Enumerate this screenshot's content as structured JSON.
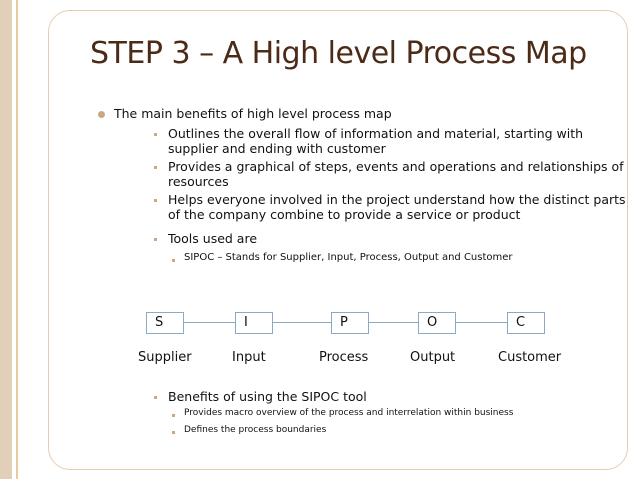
{
  "title": "STEP 3 – A High level Process Map",
  "intro": "The main benefits of high level process map",
  "benefits": [
    {
      "lines": [
        "Outlines the overall flow of information and material, starting with",
        "supplier and ending with customer"
      ]
    },
    {
      "lines": [
        "Provides a graphical of steps, events and operations and relationships of",
        "resources"
      ]
    },
    {
      "lines": [
        "Helps everyone involved in the project understand how the distinct parts",
        "of the company combine to provide a service or product"
      ]
    },
    {
      "lines": [
        "Tools used are"
      ]
    }
  ],
  "tool_detail": "SIPOC – Stands for Supplier, Input, Process, Output and Customer",
  "sipoc": {
    "boxes": [
      "S",
      "I",
      "P",
      "O",
      "C"
    ],
    "labels": [
      "Supplier",
      "Input",
      "Process",
      "Output",
      "Customer"
    ]
  },
  "sipoc_benefits": {
    "heading": "Benefits of using the SIPOC tool",
    "items": [
      "Provides macro overview of the process and interrelation within business",
      "Defines the process boundaries"
    ]
  },
  "colors": {
    "title": "#4b2a17",
    "accent_bar": "#e2cfb8",
    "frame": "#e6cdb2",
    "bullet": "#c9a888",
    "sipoc_border": "#8ea9c8"
  }
}
